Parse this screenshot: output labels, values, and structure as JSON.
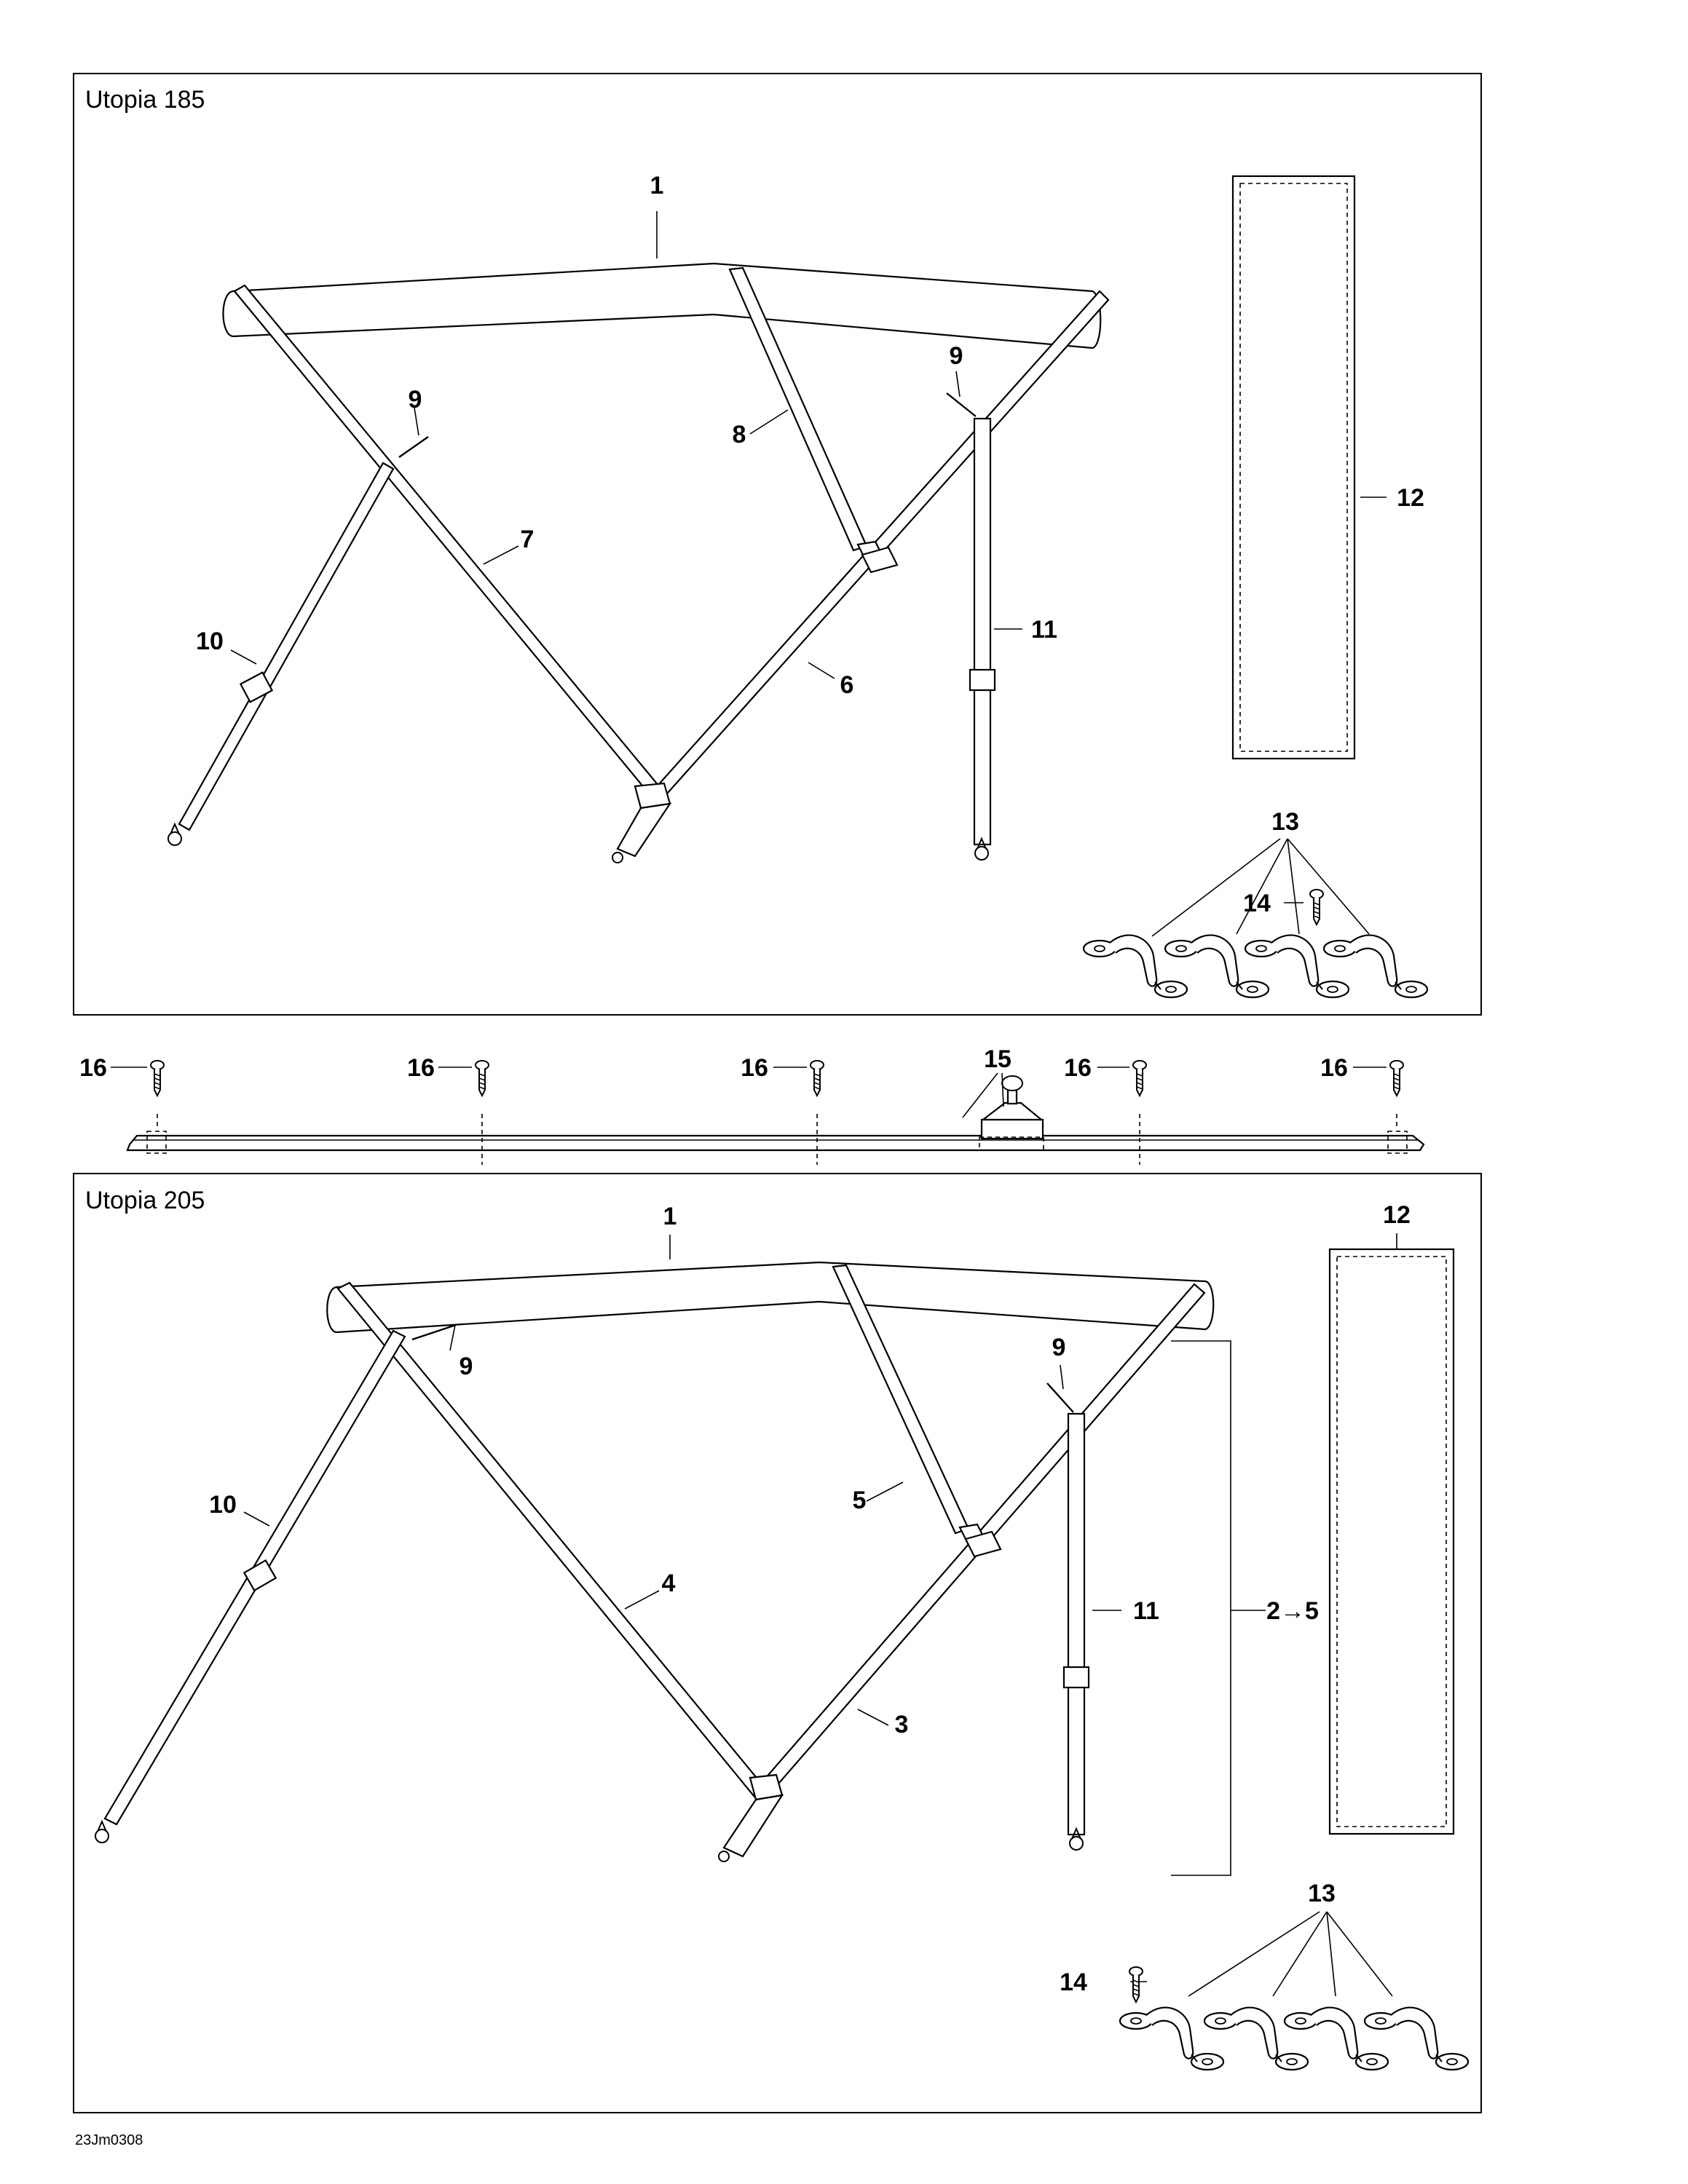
{
  "panels": [
    {
      "title": "Utopia 185"
    },
    {
      "title": "Utopia 205"
    }
  ],
  "callouts_185": {
    "c1": "1",
    "c6": "6",
    "c7": "7",
    "c8": "8",
    "c9a": "9",
    "c9b": "9",
    "c10": "10",
    "c11": "11",
    "c12": "12",
    "c13": "13",
    "c14": "14"
  },
  "callouts_205": {
    "c1": "1",
    "c3": "3",
    "c4": "4",
    "c5": "5",
    "c9a": "9",
    "c9b": "9",
    "c10": "10",
    "c11": "11",
    "c12": "12",
    "c13": "13",
    "c14": "14",
    "range": "2→5"
  },
  "callouts_rail": {
    "c15": "15",
    "c16a": "16",
    "c16b": "16",
    "c16c": "16",
    "c16d": "16",
    "c16e": "16"
  },
  "footer": {
    "code": "23Jm0308"
  }
}
